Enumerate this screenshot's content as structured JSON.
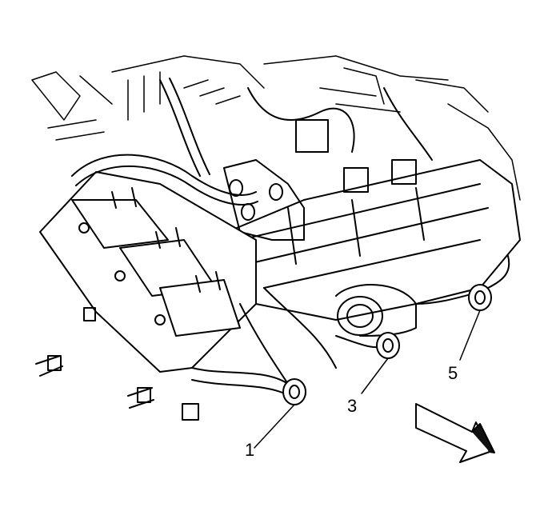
{
  "diagram": {
    "callouts": [
      {
        "id": "1",
        "label": "1"
      },
      {
        "id": "3",
        "label": "3"
      },
      {
        "id": "5",
        "label": "5"
      }
    ],
    "colors": {
      "line": "#000000",
      "fill": "#ffffff",
      "shade": "#111111"
    }
  }
}
